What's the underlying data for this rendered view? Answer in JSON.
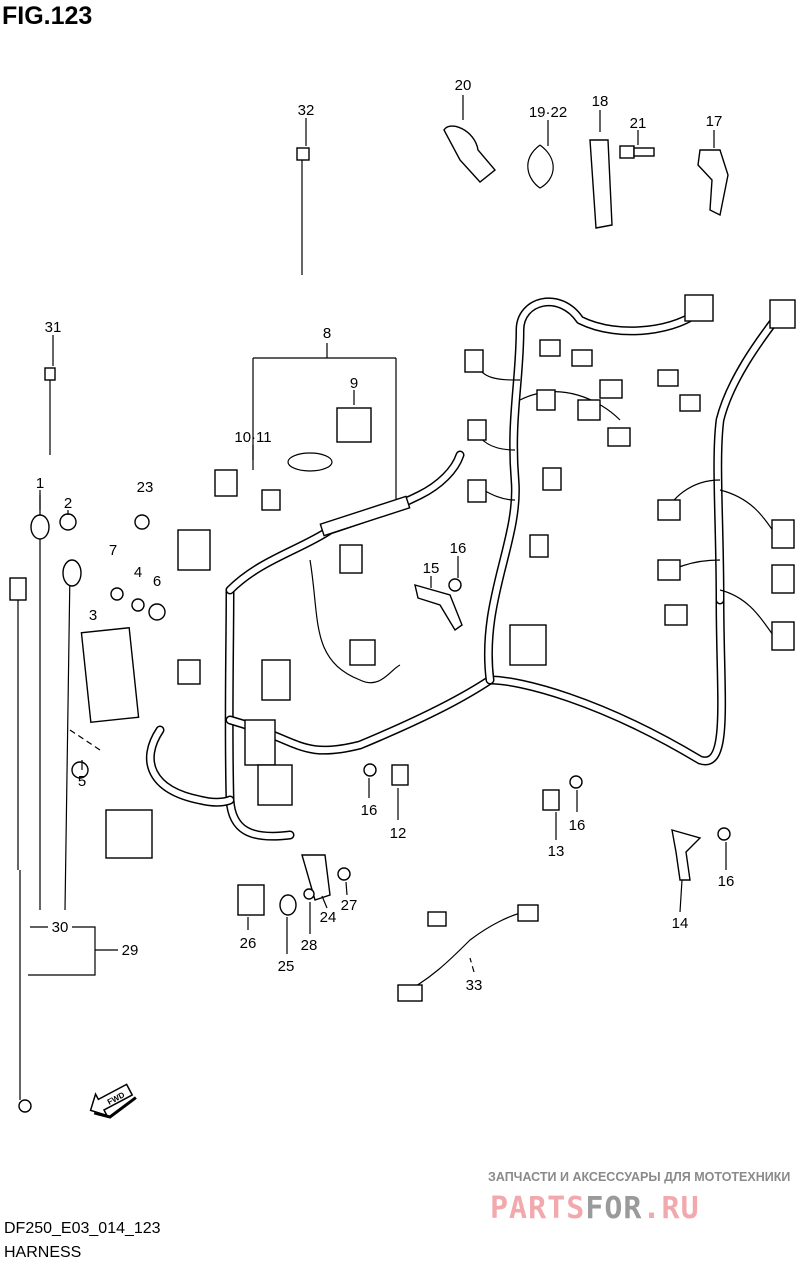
{
  "figure": {
    "title": "FIG.123",
    "code": "DF250_E03_014_123",
    "name": "HARNESS"
  },
  "labels": {
    "l20": "20",
    "l32": "32",
    "l19_22": "19·22",
    "l18": "18",
    "l21": "21",
    "l17": "17",
    "l31": "31",
    "l8": "8",
    "l9": "9",
    "l10_11": "10·11",
    "l23": "23",
    "l1": "1",
    "l2": "2",
    "l16a": "16",
    "l15": "15",
    "l7": "7",
    "l4": "4",
    "l6": "6",
    "l3": "3",
    "l5": "5",
    "l16b": "16",
    "l12": "12",
    "l16c": "16",
    "l13": "13",
    "l14": "14",
    "l16d": "16",
    "l27": "27",
    "l24": "24",
    "l30": "30",
    "l29": "29",
    "l26": "26",
    "l28": "28",
    "l25": "25",
    "l33": "33"
  },
  "fwd_arrow": "FWD",
  "watermark": {
    "tagline": "ЗАПЧАСТИ И АКСЕССУАРЫ ДЛЯ МОТОТЕХНИКИ",
    "logo_part1": "PARTS",
    "logo_part2": "FOR",
    "logo_part3": ".RU",
    "colors": {
      "pink": "#f2a9ad",
      "gray": "#9a9a9a"
    }
  }
}
